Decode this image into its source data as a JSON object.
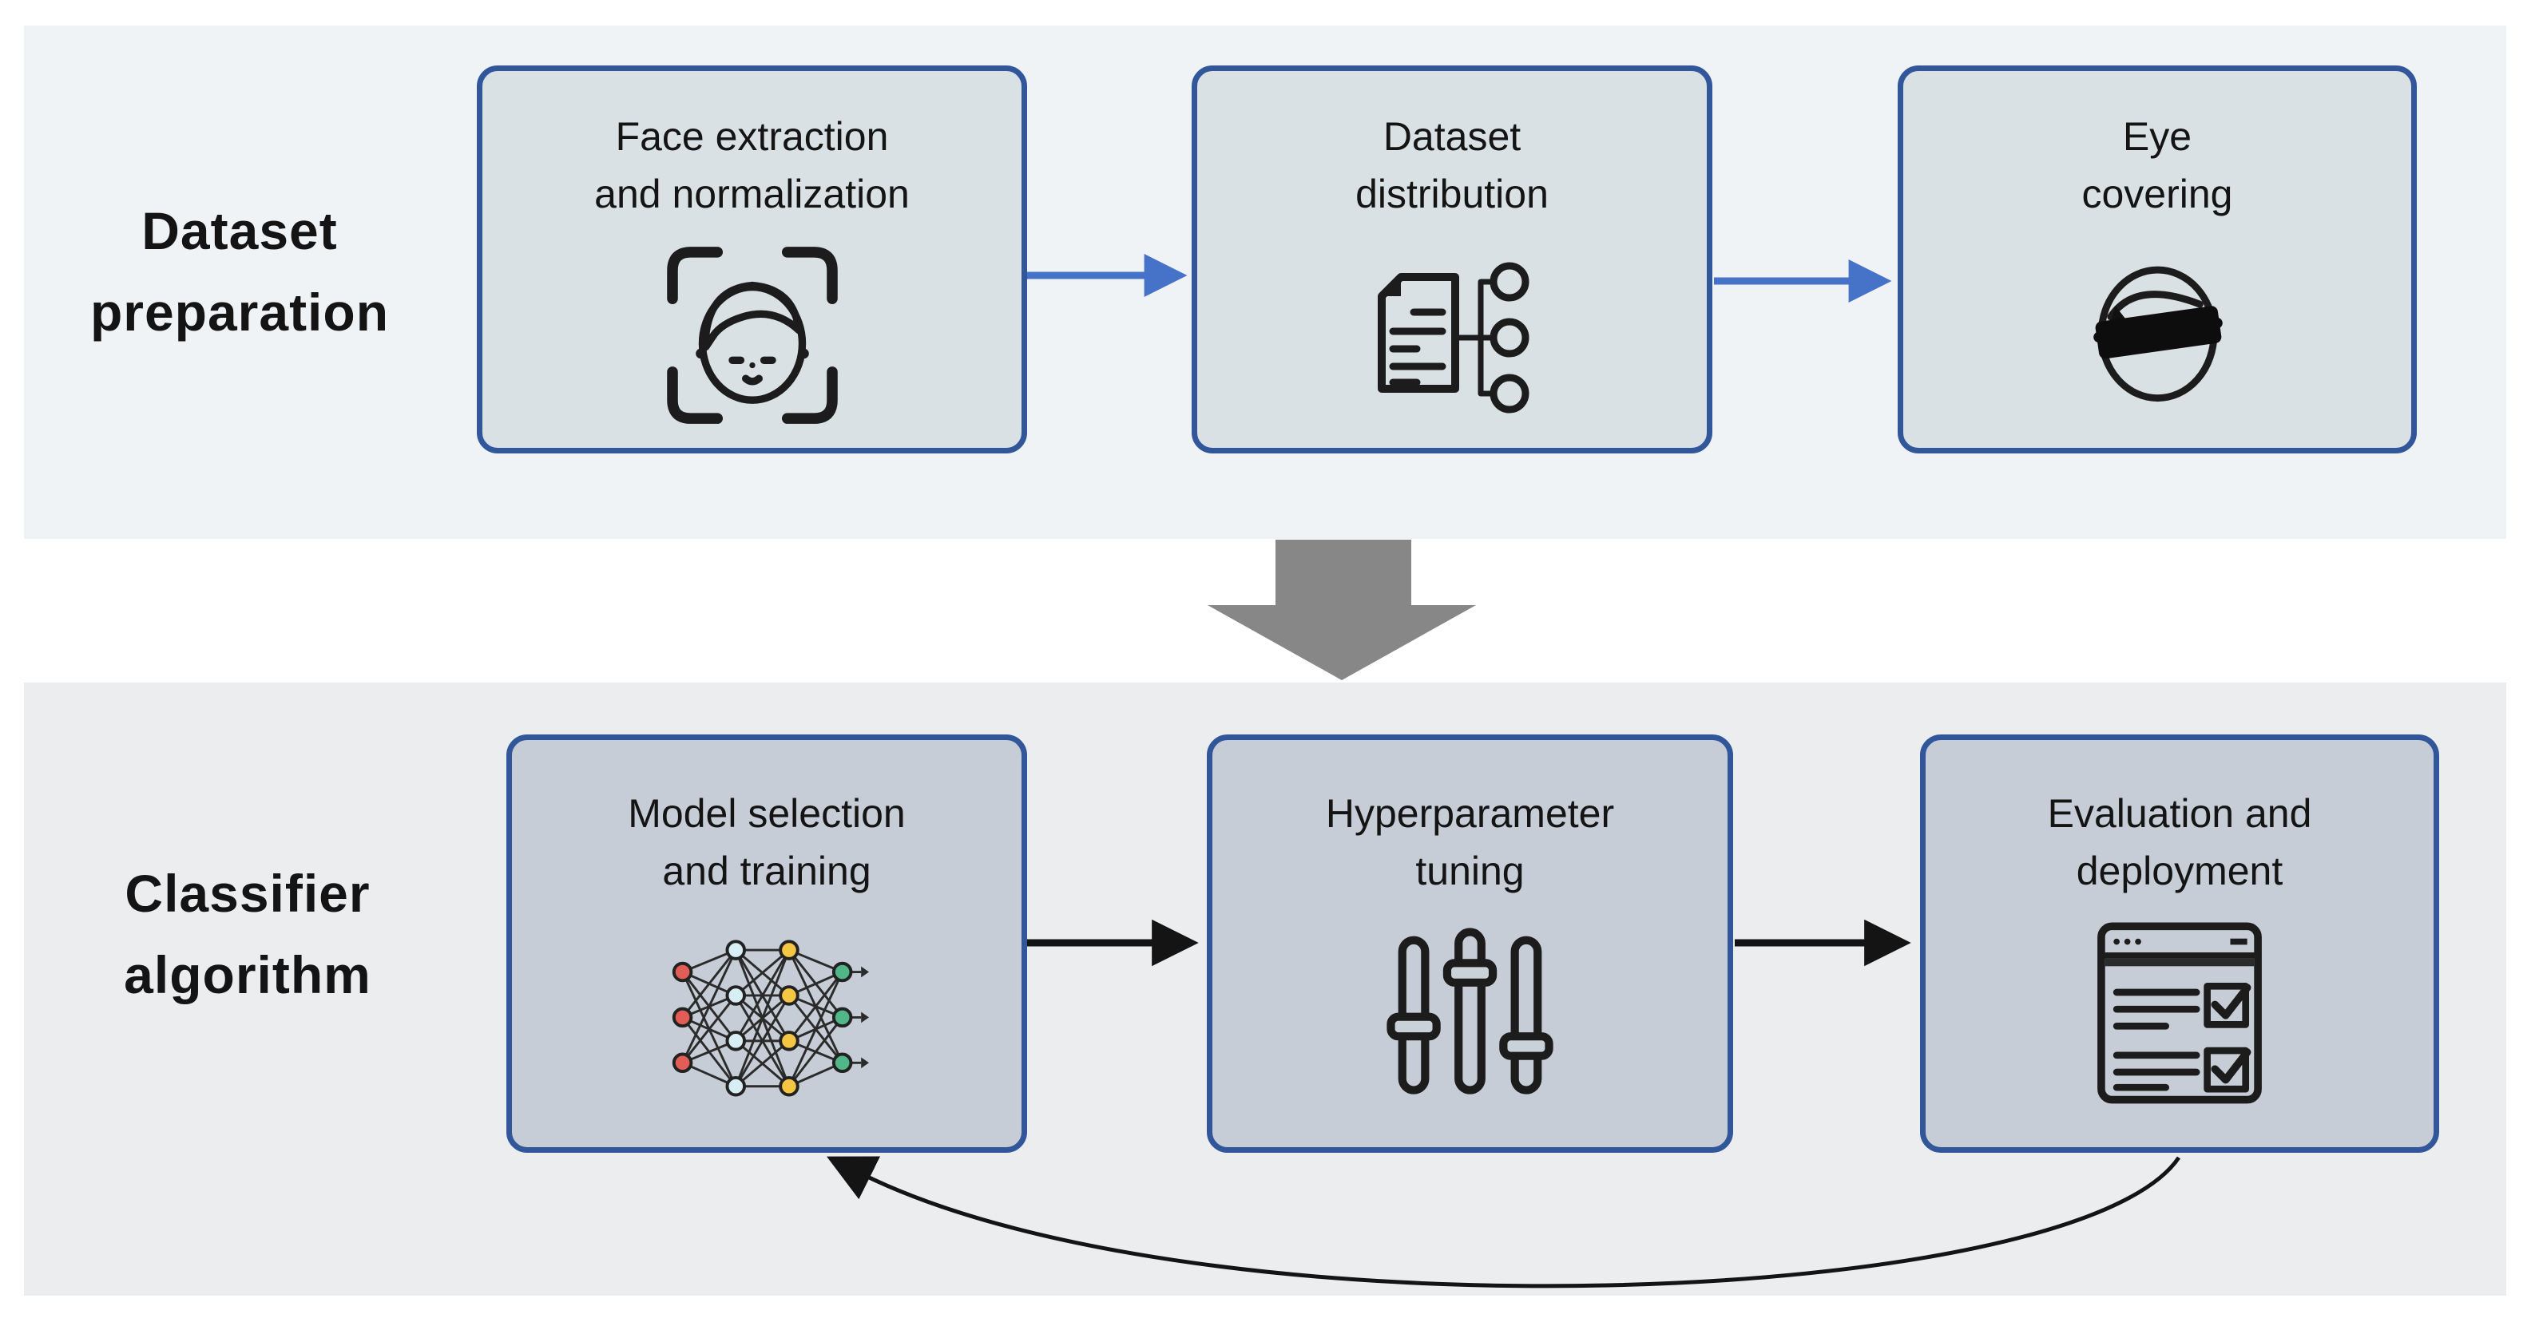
{
  "figure": {
    "row1": {
      "label_line1": "Dataset",
      "label_line2": "preparation",
      "boxes": [
        {
          "line1": "Face extraction",
          "line2": "and normalization",
          "icon": "face-scan-icon"
        },
        {
          "line1": "Dataset",
          "line2": "distribution",
          "icon": "dataset-distribution-icon"
        },
        {
          "line1": "Eye",
          "line2": "covering",
          "icon": "eye-covering-icon"
        }
      ]
    },
    "row2": {
      "label_line1": "Classifier",
      "label_line2": "algorithm",
      "boxes": [
        {
          "line1": "Model selection",
          "line2": "and training",
          "icon": "neural-network-icon"
        },
        {
          "line1": "Hyperparameter",
          "line2": "tuning",
          "icon": "sliders-icon"
        },
        {
          "line1": "Evaluation and",
          "line2": "deployment",
          "icon": "evaluation-checklist-icon"
        }
      ]
    },
    "arrows": {
      "row1_style": "blue",
      "row2_style": "black",
      "between_rows": "large gray down arrow",
      "feedback": "curved arrow from Evaluation and deployment back to Model selection and training"
    },
    "colors": {
      "top_band": "#eff3f6",
      "bottom_band": "#ebedef",
      "top_box_fill": "#dae1e4",
      "bottom_box_fill": "#c6cdd6",
      "box_border": "#31569a",
      "blue_arrow": "#4673c8",
      "black_arrow": "#141414",
      "gray_arrow": "#878787",
      "text": "#141414"
    }
  }
}
